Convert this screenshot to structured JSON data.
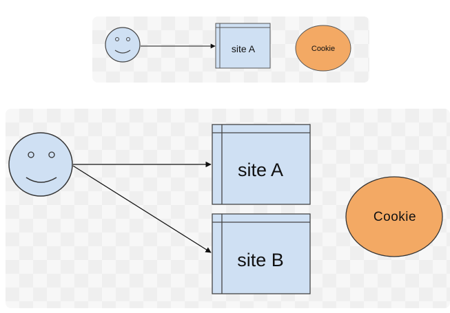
{
  "top_diagram": {
    "site_label": "site A",
    "cookie_label": "Cookie"
  },
  "bottom_diagram": {
    "site_a_label": "site A",
    "site_b_label": "site B",
    "cookie_label": "Cookie"
  },
  "colors": {
    "face_fill": "#cfe0f3",
    "site_fill": "#cfe0f3",
    "cookie_fill": "#f3a964",
    "stroke": "#333333"
  }
}
